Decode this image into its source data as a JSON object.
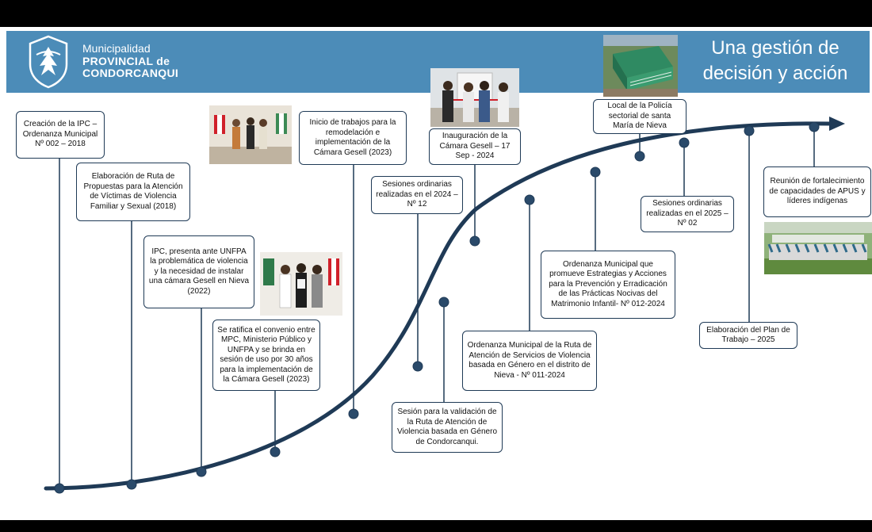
{
  "header": {
    "brand_line1": "Municipalidad",
    "brand_line2": "PROVINCIAL de",
    "brand_line3": "CONDORCANQUI",
    "title": "Una gestión de decisión y acción",
    "background_color": "#4c8cb8"
  },
  "timeline": {
    "line_color": "#1f3a56",
    "arrow_icon": "arrow-right-icon",
    "events": [
      {
        "text": "Creación de la IPC – Ordenanza Municipal Nº 002 – 2018"
      },
      {
        "text": "Elaboración de Ruta de Propuestas para la Atención de Víctimas de Violencia Familiar y Sexual (2018)"
      },
      {
        "text": "IPC, presenta ante UNFPA la problemática de violencia y la necesidad de instalar una cámara Gesell en Nieva (2022)"
      },
      {
        "text": "Se ratifica el convenio entre MPC, Ministerio Público y UNFPA y se brinda en sesión de uso por 30 años para la implementación de la Cámara Gesell (2023)"
      },
      {
        "text": "Inicio de trabajos para la remodelación e implementación de la Cámara Gesell (2023)"
      },
      {
        "text": "Sesiones ordinarias realizadas en el 2024 – Nº 12"
      },
      {
        "text": "Sesión para la validación de la Ruta de Atención de Violencia basada en Género de Condorcanqui."
      },
      {
        "text": "Inauguración de la Cámara Gesell – 17 Sep - 2024"
      },
      {
        "text": "Ordenanza Municipal de la Ruta de Atención de Servicios de Violencia basada en Género en el distrito de Nieva - Nº 011-2024"
      },
      {
        "text": "Ordenanza Municipal que promueve Estrategias y Acciones para la Prevención y Erradicación de las Prácticas Nocivas del Matrimonio Infantil- Nº 012-2024"
      },
      {
        "text": "Local de la Policía sectorial de santa María de Nieva"
      },
      {
        "text": "Sesiones ordinarias realizadas en el 2025 – Nº 02"
      },
      {
        "text": "Elaboración del Plan de Trabajo – 2025"
      },
      {
        "text": "Reunión de fortalecimiento de capacidades de APUS y líderes indígenas"
      }
    ]
  }
}
